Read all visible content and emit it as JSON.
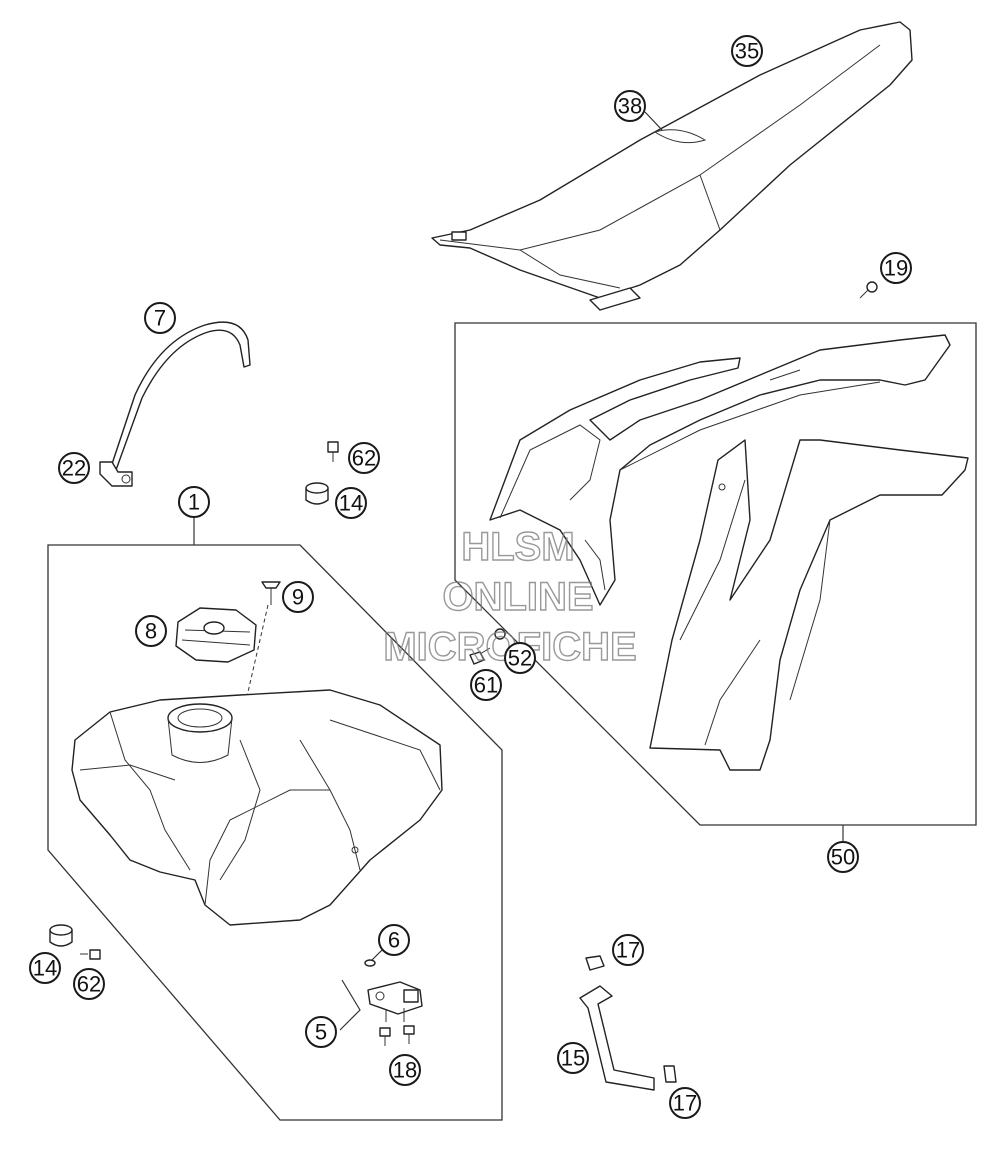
{
  "watermark": {
    "line1": "HLSM",
    "line2": "ONLINE",
    "line3": "MICROFICHE"
  },
  "callouts": {
    "c1": "1",
    "c5": "5",
    "c6": "6",
    "c7": "7",
    "c8": "8",
    "c9": "9",
    "c14a": "14",
    "c14b": "14",
    "c15": "15",
    "c17a": "17",
    "c17b": "17",
    "c18": "18",
    "c19": "19",
    "c22": "22",
    "c35": "35",
    "c38": "38",
    "c50": "50",
    "c52": "52",
    "c61": "61",
    "c62a": "62",
    "c62b": "62"
  }
}
